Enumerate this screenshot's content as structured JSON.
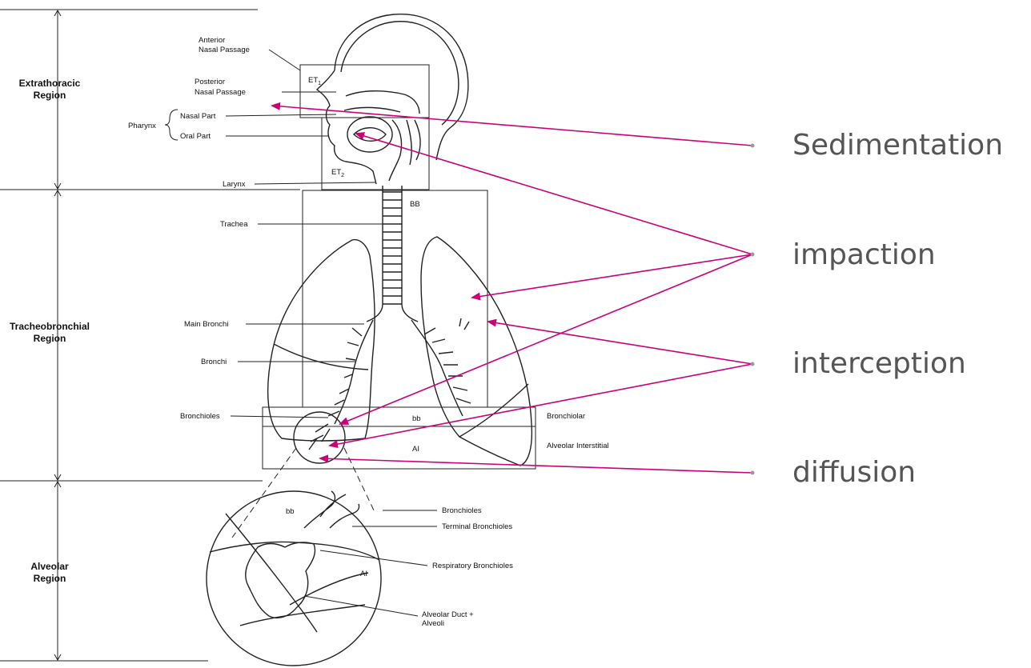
{
  "regions": {
    "extrathoracic": [
      "Extrathoracic",
      "Region"
    ],
    "tracheobronchial": [
      "Tracheobronchial",
      "Region"
    ],
    "alveolar": [
      "Alveolar",
      "Region"
    ]
  },
  "labels": {
    "anterior_nasal": [
      "Anterior",
      "Nasal Passage"
    ],
    "posterior_nasal": [
      "Posterior",
      "Nasal Passage"
    ],
    "pharynx": "Pharynx",
    "nasal_part": "Nasal Part",
    "oral_part": "Oral Part",
    "larynx": "Larynx",
    "trachea": "Trachea",
    "main_bronchi": "Main Bronchi",
    "bronchi": "Bronchi",
    "bronchioles": "Bronchioles",
    "bronchiolar": "Bronchiolar",
    "alveolar_interstitial": "Alveolar Interstitial",
    "zoom_bronchioles": "Bronchioles",
    "terminal_bronchioles": "Terminal Bronchioles",
    "respiratory_bronchioles": "Respiratory Bronchioles",
    "alveolar_duct": [
      "Alveolar Duct +",
      "Alveoli"
    ]
  },
  "box_labels": {
    "et1": "ET",
    "et1_sub": "1",
    "et2": "ET",
    "et2_sub": "2",
    "bb": "BB",
    "bb_small": "bb",
    "ai": "AI",
    "zoom_bb": "bb",
    "zoom_ai": "AI"
  },
  "mechanisms": [
    "Sedimentation",
    "impaction",
    "interception",
    "diffusion"
  ],
  "colors": {
    "arrow": "#cc0077",
    "mechanism_text": "#555555",
    "line": "#222222"
  }
}
